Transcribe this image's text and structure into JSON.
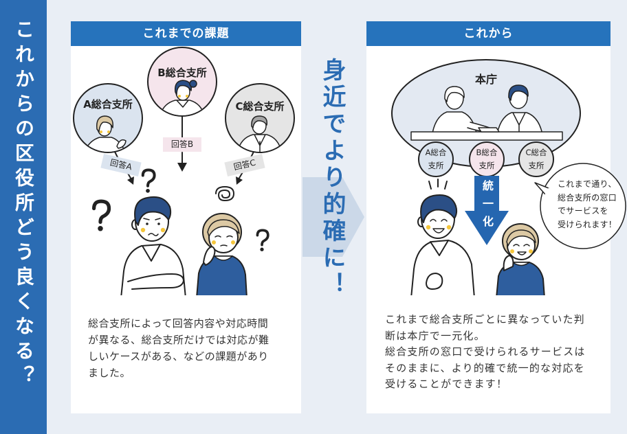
{
  "side_title": "これからの区役所どう良くなる？",
  "colors": {
    "page_bg": "#e9eef5",
    "brand_blue": "#2b6cb3",
    "header_blue": "#2673bc",
    "arrow_pale": "#cbd8e8",
    "unify_blue": "#2566b0",
    "text_dark": "#333333",
    "branch_a": "#dbe4ef",
    "branch_b": "#f5e5ec",
    "branch_c": "#e5e5e5",
    "hq_fill": "#e3e9f2",
    "hair_blue": "#2b4f86",
    "hair_tan": "#dcc9a4",
    "hair_gray": "#a5a5a5",
    "sweater_blue": "#2e5e9e",
    "cheek_yellow": "#f4c63d"
  },
  "before": {
    "header": "これまでの課題",
    "branches": [
      {
        "label": "A総合支所",
        "answer": "回答A"
      },
      {
        "label": "B総合支所",
        "answer": "回答B"
      },
      {
        "label": "C総合支所",
        "answer": "回答C"
      }
    ],
    "description_lines": [
      "総合支所によって回答内容や対応時間",
      "が異なる、総合支所だけでは対応が難",
      "しいケースがある、などの課題があり",
      "ました。"
    ]
  },
  "slogan": "身近でより的確に！",
  "after": {
    "header": "これから",
    "hq_label": "本庁",
    "branches": [
      {
        "line1": "A総合",
        "line2": "支所"
      },
      {
        "line1": "B総合",
        "line2": "支所"
      },
      {
        "line1": "C総合",
        "line2": "支所"
      }
    ],
    "unify_label": "統一化",
    "bubble_lines": [
      "これまで通り、",
      "総合支所の窓口",
      "でサービスを",
      "受けられます！"
    ],
    "description_lines": [
      "これまで総合支所ごとに異なっていた判",
      "断は本庁で一元化。",
      "総合支所の窓口で受けられるサービスは",
      "そのままに、より的確で統一的な対応を",
      "受けることができます！"
    ]
  }
}
